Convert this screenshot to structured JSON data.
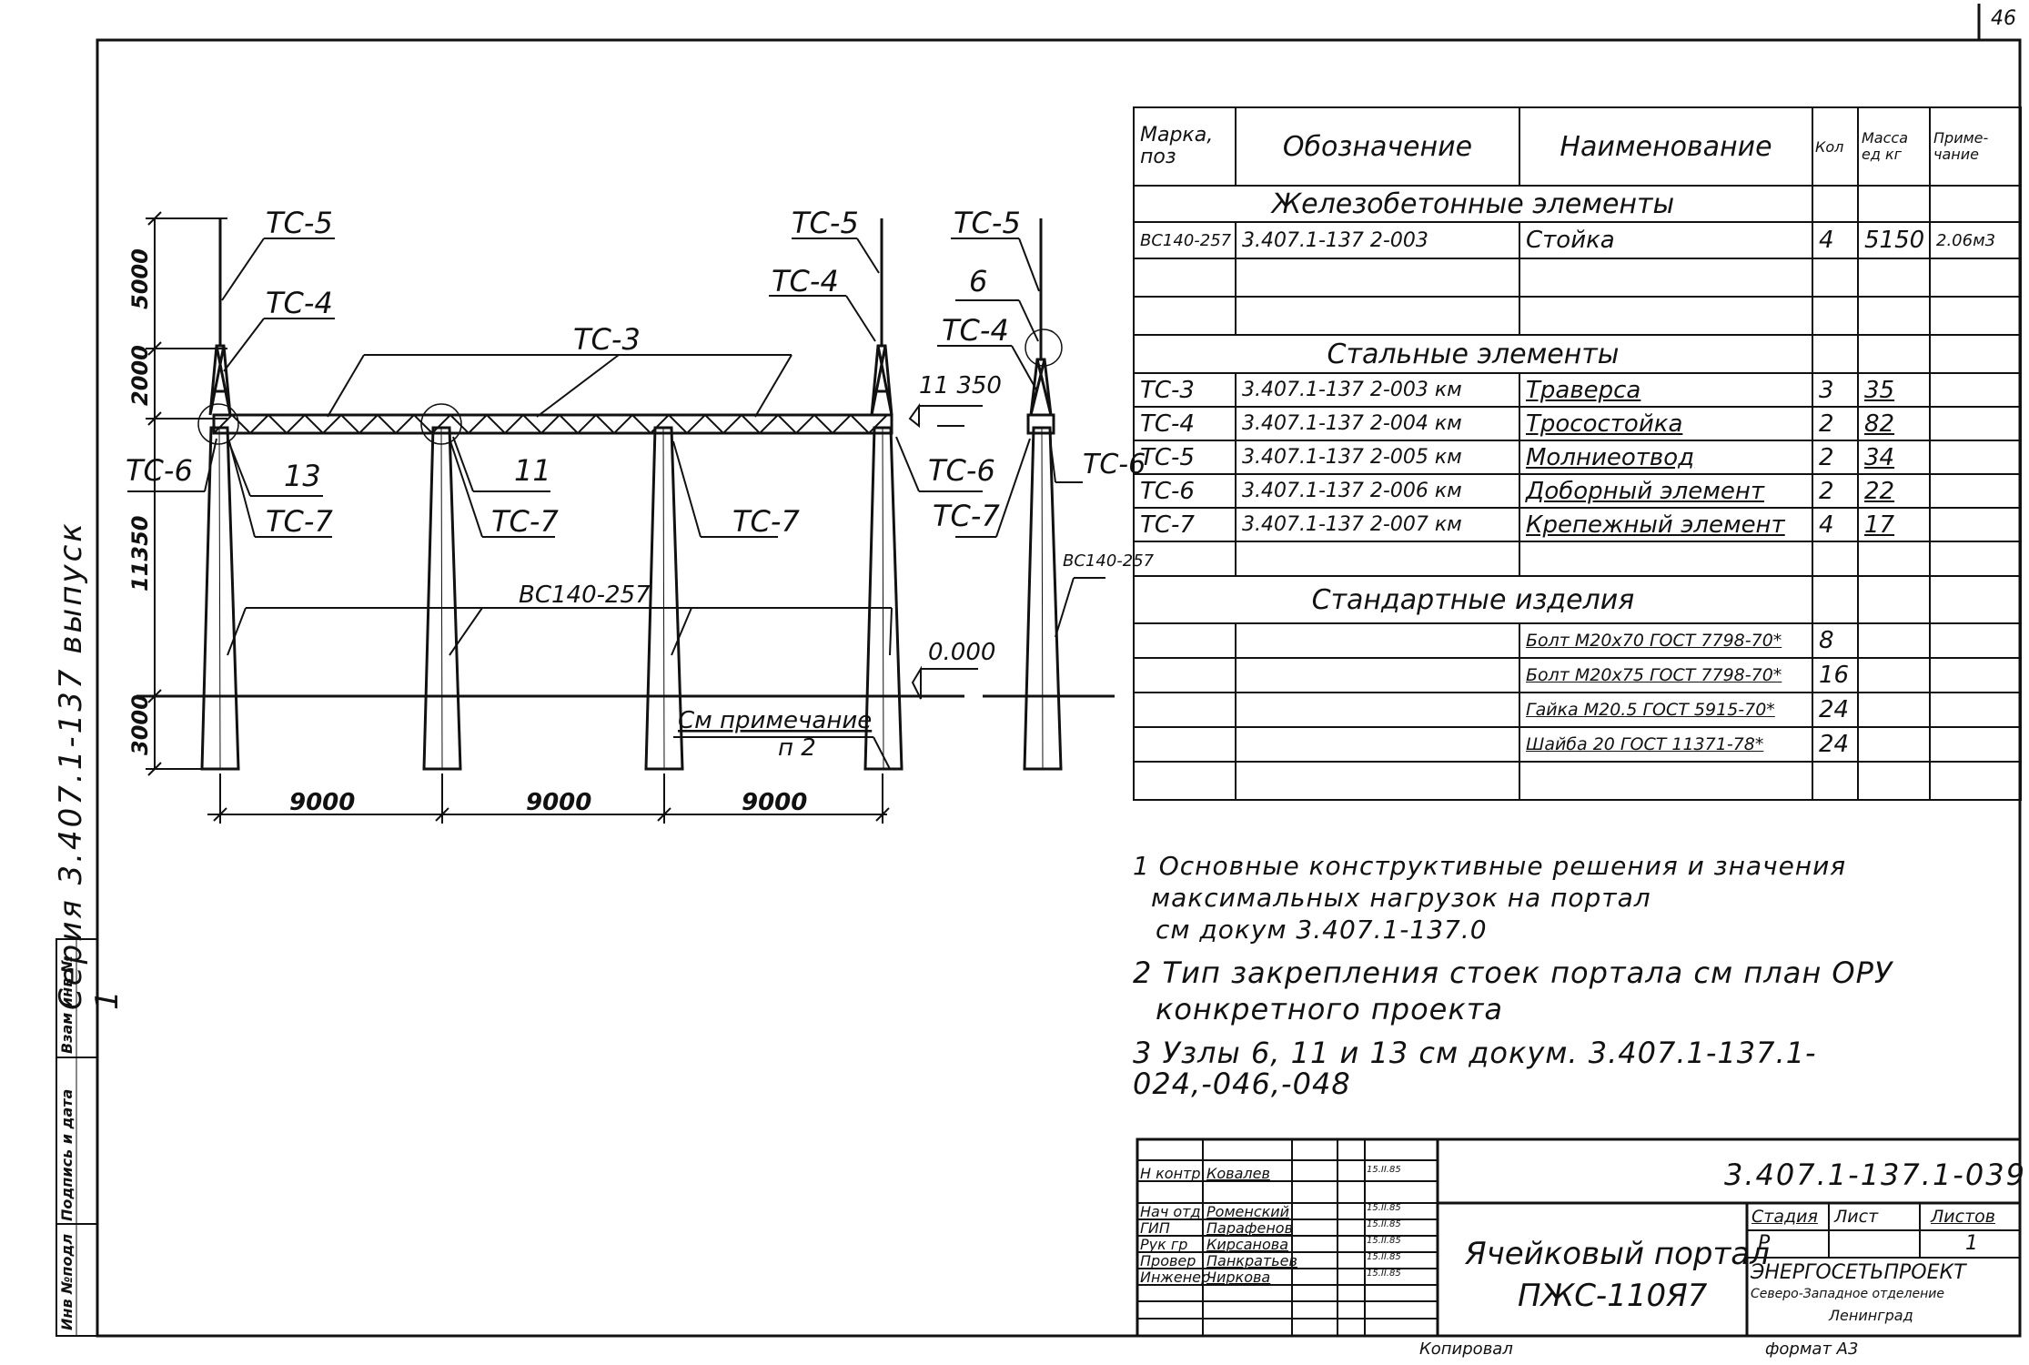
{
  "sheet": {
    "page_number": "46",
    "series_side": "Серия 3.407.1-137 выпуск 1",
    "copied_label": "Копировал",
    "format_label": "формат А3"
  },
  "side_stamp": [
    "Инв №подл",
    "Подпись и дата",
    "Взам инв №"
  ],
  "drawing": {
    "dims_left": [
      "5000",
      "2000",
      "11350",
      "3000"
    ],
    "dims_bottom": [
      "9000",
      "9000",
      "9000"
    ],
    "labels": {
      "tc5_a": "ТС-5",
      "tc4_a": "ТС-4",
      "tc3": "ТС-3",
      "tc5_b": "ТС-5",
      "tc4_b": "ТС-4",
      "tc5_c": "ТС-5",
      "six": "6",
      "tc4_c": "ТС-4",
      "elev_top": "11 350",
      "tc6_a": "ТС-6",
      "thirteen": "13",
      "tc7_a": "ТС-7",
      "eleven": "11",
      "tc7_b": "ТС-7",
      "tc7_c": "ТС-7",
      "tc6_b": "ТС-6",
      "tc7_d": "ТС-7",
      "tc6_c": "ТС-6",
      "bc_side": "ВС140-257",
      "bc_main": "ВС140-257",
      "elev_zero": "0.000",
      "note_ref_1": "См примечание",
      "note_ref_2": "п 2"
    }
  },
  "spec": {
    "headers": [
      "Марка, поз",
      "Обозначение",
      "Наименование",
      "Кол",
      "Масса ед кг",
      "Приме-чание"
    ],
    "sections": {
      "rc": "Железобетонные элементы",
      "steel": "Стальные элементы",
      "std": "Стандартные изделия"
    },
    "rc_rows": [
      [
        "ВС140-257",
        "3.407.1-137 2-003",
        "Стойка",
        "4",
        "5150",
        "2.06м3"
      ]
    ],
    "steel_rows": [
      [
        "ТС-3",
        "3.407.1-137 2-003 км",
        "Траверса",
        "3",
        "35",
        ""
      ],
      [
        "ТС-4",
        "3.407.1-137 2-004 км",
        "Тросостойка",
        "2",
        "82",
        ""
      ],
      [
        "ТС-5",
        "3.407.1-137 2-005 км",
        "Молниеотвод",
        "2",
        "34",
        ""
      ],
      [
        "ТС-6",
        "3.407.1-137 2-006 км",
        "Доборный элемент",
        "2",
        "22",
        ""
      ],
      [
        "ТС-7",
        "3.407.1-137 2-007 км",
        "Крепежный элемент",
        "4",
        "17",
        ""
      ]
    ],
    "std_rows": [
      [
        "",
        "",
        "Болт М20х70 ГОСТ 7798-70*",
        "8",
        "",
        ""
      ],
      [
        "",
        "",
        "Болт М20х75 ГОСТ 7798-70*",
        "16",
        "",
        ""
      ],
      [
        "",
        "",
        "Гайка М20.5 ГОСТ 5915-70*",
        "24",
        "",
        ""
      ],
      [
        "",
        "",
        "Шайба 20 ГОСТ 11371-78*",
        "24",
        "",
        ""
      ]
    ]
  },
  "notes": [
    "1 Основные конструктивные решения и значения",
    "максимальных нагрузок на портал",
    "см докум 3.407.1-137.0",
    "2 Тип закрепления стоек портала см план ОРУ",
    "конкретного проекта",
    "3 Узлы 6, 11 и 13 см докум. 3.407.1-137.1-024,-046,-048"
  ],
  "title_block": {
    "doc_code": "3.407.1-137.1-039",
    "title_line1": "Ячейковый портал",
    "title_line2": "ПЖС-110Я7",
    "stage_label": "Стадия",
    "sheet_label": "Лист",
    "sheets_label": "Листов",
    "stage_value": "Р",
    "sheets_value": "1",
    "org_line1": "ЭНЕРГОСЕТЬПРОЕКТ",
    "org_line2": "Северо-Западное отделение",
    "org_line3": "Ленинград",
    "roles": [
      {
        "role": "Н контр",
        "name": "Ковалев",
        "date": "15.II.85"
      },
      {
        "role": "Нач отд",
        "name": "Роменский",
        "date": "15.II.85"
      },
      {
        "role": "ГИП",
        "name": "Парафенов",
        "date": "15.II.85"
      },
      {
        "role": "Рук гр",
        "name": "Кирсанова",
        "date": "15.II.85"
      },
      {
        "role": "Провер",
        "name": "Панкратьев",
        "date": "15.II.85"
      },
      {
        "role": "Инженер",
        "name": "Чиркова",
        "date": "15.II.85"
      }
    ]
  }
}
